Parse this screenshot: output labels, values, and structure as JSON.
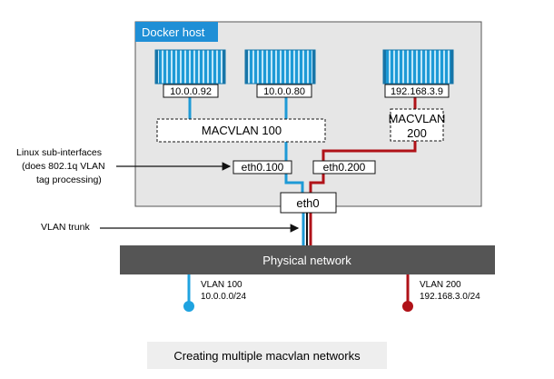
{
  "host": {
    "title": "Docker host"
  },
  "containers": [
    {
      "ip": "10.0.0.92"
    },
    {
      "ip": "10.0.0.80"
    },
    {
      "ip": "192.168.3.9"
    }
  ],
  "macvlans": [
    {
      "label": "MACVLAN 100"
    },
    {
      "label_line1": "MACVLAN",
      "label_line2": "200"
    }
  ],
  "interfaces": {
    "eth0_100": "eth0.100",
    "eth0_200": "eth0.200",
    "eth0": "eth0"
  },
  "annotations": {
    "subif_line1": "Linux sub-interfaces",
    "subif_line2": "(does 802.1q VLAN",
    "subif_line3": "tag processing)",
    "trunk": "VLAN trunk"
  },
  "physical_network": "Physical network",
  "vlans": [
    {
      "name": "VLAN 100",
      "subnet": "10.0.0.0/24",
      "color": "#1fa3e0"
    },
    {
      "name": "VLAN 200",
      "subnet": "192.168.3.0/24",
      "color": "#b01218"
    }
  ],
  "caption": "Creating multiple macvlan networks",
  "colors": {
    "host_bg": "#e6e6e6",
    "host_title_bg": "#1f8fd6",
    "container_blue": "#1e9ad6",
    "physical_bg": "#555555"
  }
}
